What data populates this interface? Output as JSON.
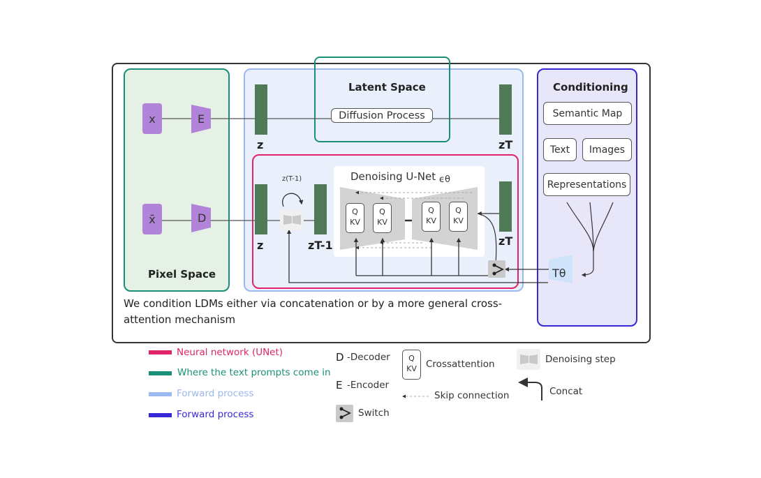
{
  "panels": {
    "pixel_space": "Pixel Space",
    "latent_space": "Latent Space",
    "conditioning": "Conditioning"
  },
  "pixel": {
    "x": "x",
    "x_bar": "x̄",
    "encoder": "E",
    "decoder": "D"
  },
  "latent": {
    "diffusion_process": "Diffusion Process",
    "z_top": "z",
    "zT_top": "zT",
    "z_bottom": "z",
    "zT_1": "zT-1",
    "zT_bottom": "zT",
    "z_loop": "z(T-1)",
    "unet_title": "Denoising U-Net",
    "epsilon": "ϵθ",
    "q": "Q",
    "kv": "KV"
  },
  "conditioning": {
    "items": [
      "Semantic Map",
      "Text",
      "Images",
      "Representations"
    ],
    "tau": "Tθ"
  },
  "caption": "We condition LDMs either via concatenation or by a more general cross-attention mechanism",
  "caption_line1": "We condition LDMs either via concatenation or by a more general cross-",
  "caption_line2": "attention mechanism",
  "legend": {
    "neural_network": "Neural network (UNet)",
    "text_prompts": "Where the text prompts come in",
    "forward_light": "Forward process",
    "forward_dark": "Forward process",
    "decoder_key": "D",
    "decoder": "-Decoder",
    "encoder_key": "E",
    "encoder": "-Encoder",
    "switch": "Switch",
    "crossattention": "Crossattention",
    "skip_connection": "Skip connection",
    "denoising_step": "Denoising step",
    "concat": "Concat"
  },
  "colors": {
    "pink": "#e0246a",
    "green": "#1a8f78",
    "light_blue": "#9cb8ee",
    "dark_blue": "#3727d6",
    "latent_bar": "#4f7a55",
    "purple": "#b184d9"
  }
}
